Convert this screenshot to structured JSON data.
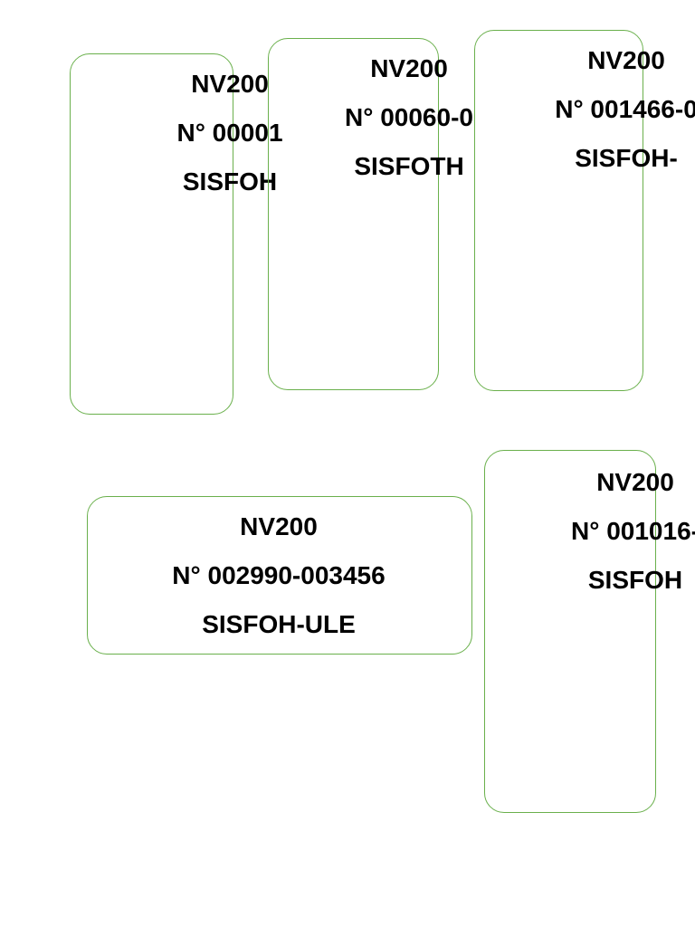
{
  "border_color": "#6ab04c",
  "text_color": "#000000",
  "labels": [
    {
      "model": "NV200",
      "number": "N° 00001",
      "code": "SISFOH"
    },
    {
      "model": "NV200",
      "number": "N° 00060-0",
      "code": "SISFOTH"
    },
    {
      "model": "NV200",
      "number": "N° 001466-0",
      "code": "SISFOH-"
    },
    {
      "model": "NV200",
      "number": "N° 002990-003456",
      "code": "SISFOH-ULE"
    },
    {
      "model": "NV200",
      "number": "N° 001016-",
      "code": "SISFOH"
    }
  ]
}
